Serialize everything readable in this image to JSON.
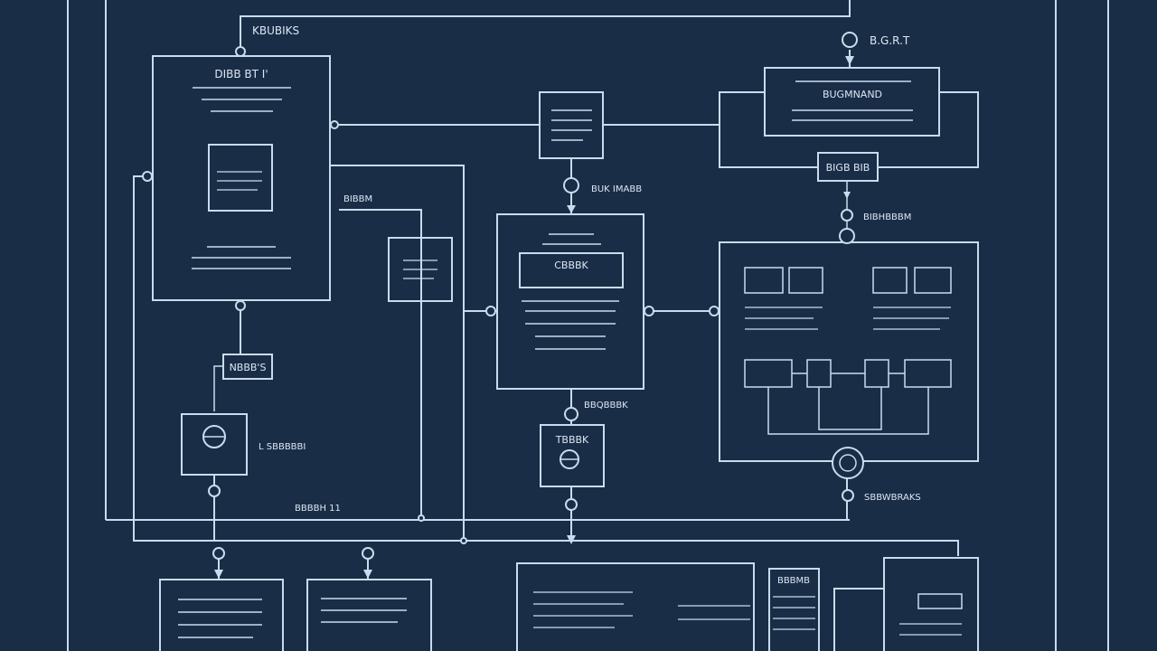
{
  "colors": {
    "background": "#1a2d47",
    "line": "#c9dced",
    "line_dim": "#8fb0cc",
    "text": "#dbe7f3"
  },
  "labels": {
    "top_left_tag": "KBUBIKS",
    "top_right_tag": "B.G.R.T",
    "left_panel_title": "DIBB BT I'",
    "right_top_panel_title": "BUGMNAND",
    "right_top_small_box": "BIGB BIB",
    "mid_connector_label": "BUK IMABB",
    "side_note_1": "BIBBM",
    "center_panel_field": "CBBBK",
    "right_connector_label": "BIBHBBBM",
    "left_small_box": "NBBB'S",
    "left_side_note": "L SBBBBBI",
    "bottom_left_note": "BBBBH 11",
    "center_lower_tag": "BBQBBBK",
    "center_lower_box": "TBBBK",
    "right_bottom_tag": "SBBWBRAKS",
    "bottom_right_table_header": "BBBMB"
  },
  "icons": [
    "node-circle-icon",
    "terminator-circle-icon",
    "arrow-down-icon",
    "globe-icon"
  ]
}
